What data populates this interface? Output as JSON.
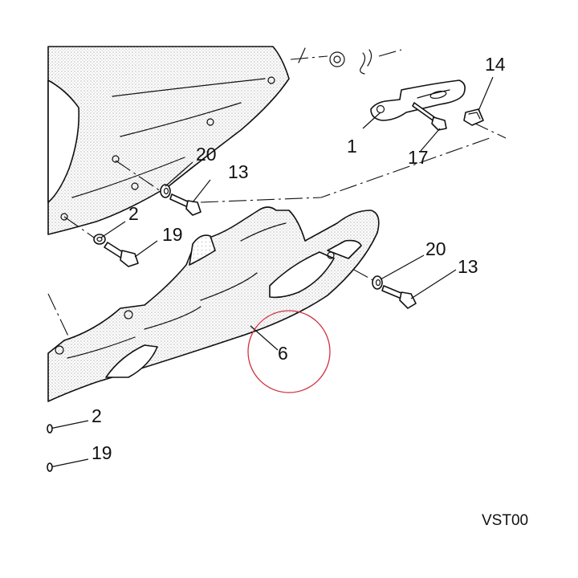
{
  "diagram": {
    "code": "VST00",
    "highlight_color": "#d0313d",
    "callouts": {
      "c1": "1",
      "c2a": "2",
      "c2b": "2",
      "c6": "6",
      "c13a": "13",
      "c13b": "13",
      "c14": "14",
      "c17": "17",
      "c19a": "19",
      "c19b": "19",
      "c20a": "20",
      "c20b": "20"
    }
  }
}
